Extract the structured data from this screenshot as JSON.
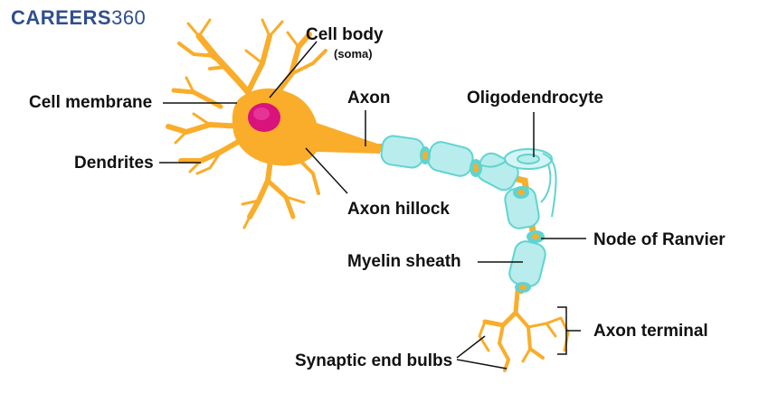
{
  "brand": {
    "name": "CAREERS",
    "number": "360"
  },
  "labels": {
    "cell_body": "Cell body",
    "soma": "(soma)",
    "cell_membrane": "Cell membrane",
    "axon": "Axon",
    "oligodendrocyte": "Oligodendrocyte",
    "dendrites": "Dendrites",
    "axon_hillock": "Axon hillock",
    "node_of_ranvier": "Node of Ranvier",
    "myelin_sheath": "Myelin sheath",
    "axon_terminal": "Axon terminal",
    "synaptic_end_bulbs": "Synaptic end bulbs"
  },
  "colors": {
    "neuron": "#f9ad2a",
    "nucleus": "#d8137c",
    "myelin": "#b9ecec",
    "myelin_edge": "#5fd4d1",
    "brand": "#2f4f8f",
    "text": "#111111"
  }
}
